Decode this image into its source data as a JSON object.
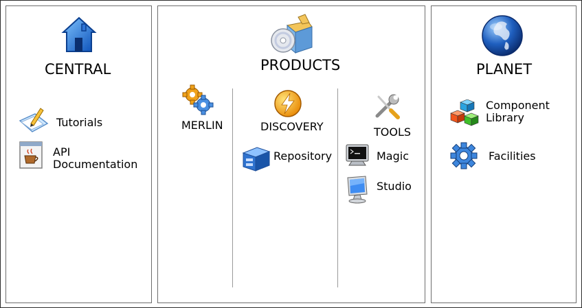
{
  "central": {
    "title": "CENTRAL",
    "links": [
      {
        "label": "Tutorials",
        "icon": "tutorials-pencil-icon"
      },
      {
        "label": "API\nDocumentation",
        "line1": "API",
        "line2": "Documentation",
        "icon": "java-coffee-cup-icon"
      }
    ]
  },
  "products": {
    "title": "PRODUCTS",
    "merlin": {
      "label": "MERLIN",
      "icon": "gears-icon"
    },
    "discovery": {
      "label": "DISCOVERY",
      "icon": "lightning-bolt-icon",
      "items": [
        {
          "label": "Repository",
          "icon": "drive-server-icon"
        }
      ]
    },
    "tools": {
      "label": "TOOLS",
      "icon": "wrench-screwdriver-icon",
      "items": [
        {
          "label": "Magic",
          "icon": "terminal-icon"
        },
        {
          "label": "Studio",
          "icon": "monitor-icon"
        }
      ]
    }
  },
  "planet": {
    "title": "PLANET",
    "links": [
      {
        "label": "Component\nLibrary",
        "line1": "Component",
        "line2": "Library",
        "icon": "colored-cubes-icon"
      },
      {
        "label": "Facilities",
        "icon": "blue-gear-icon"
      }
    ]
  }
}
